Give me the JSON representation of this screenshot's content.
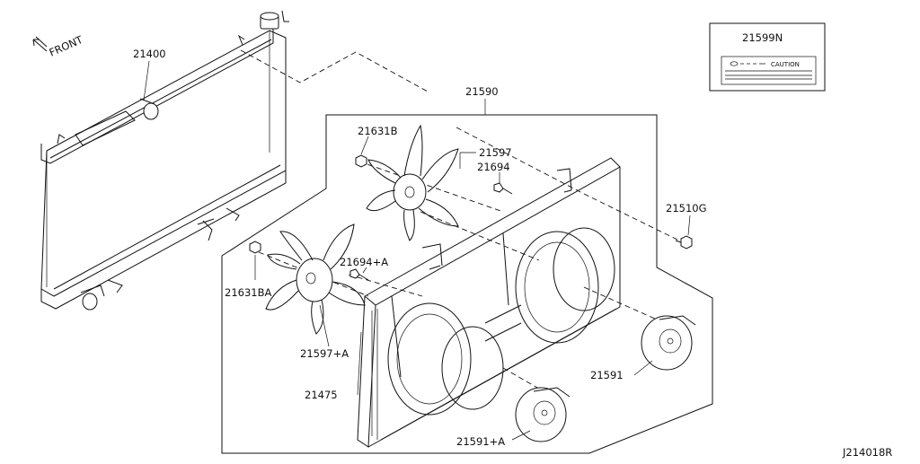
{
  "diagram": {
    "direction_label": "FRONT",
    "drawing_code": "J214018R",
    "caution_label": {
      "part_number": "21599N",
      "text": "CAUTION"
    },
    "parts": {
      "radiator": "21400",
      "fan_assembly": "21590",
      "nut_upper": "21631B",
      "fan_blade_upper": "21597",
      "bolt_upper": "21694",
      "bolt_right": "21510G",
      "bolt_lower": "21694+A",
      "nut_lower": "21631BA",
      "fan_blade_lower": "21597+A",
      "shroud": "21475",
      "motor_right": "21591",
      "motor_lower": "21591+A"
    }
  }
}
